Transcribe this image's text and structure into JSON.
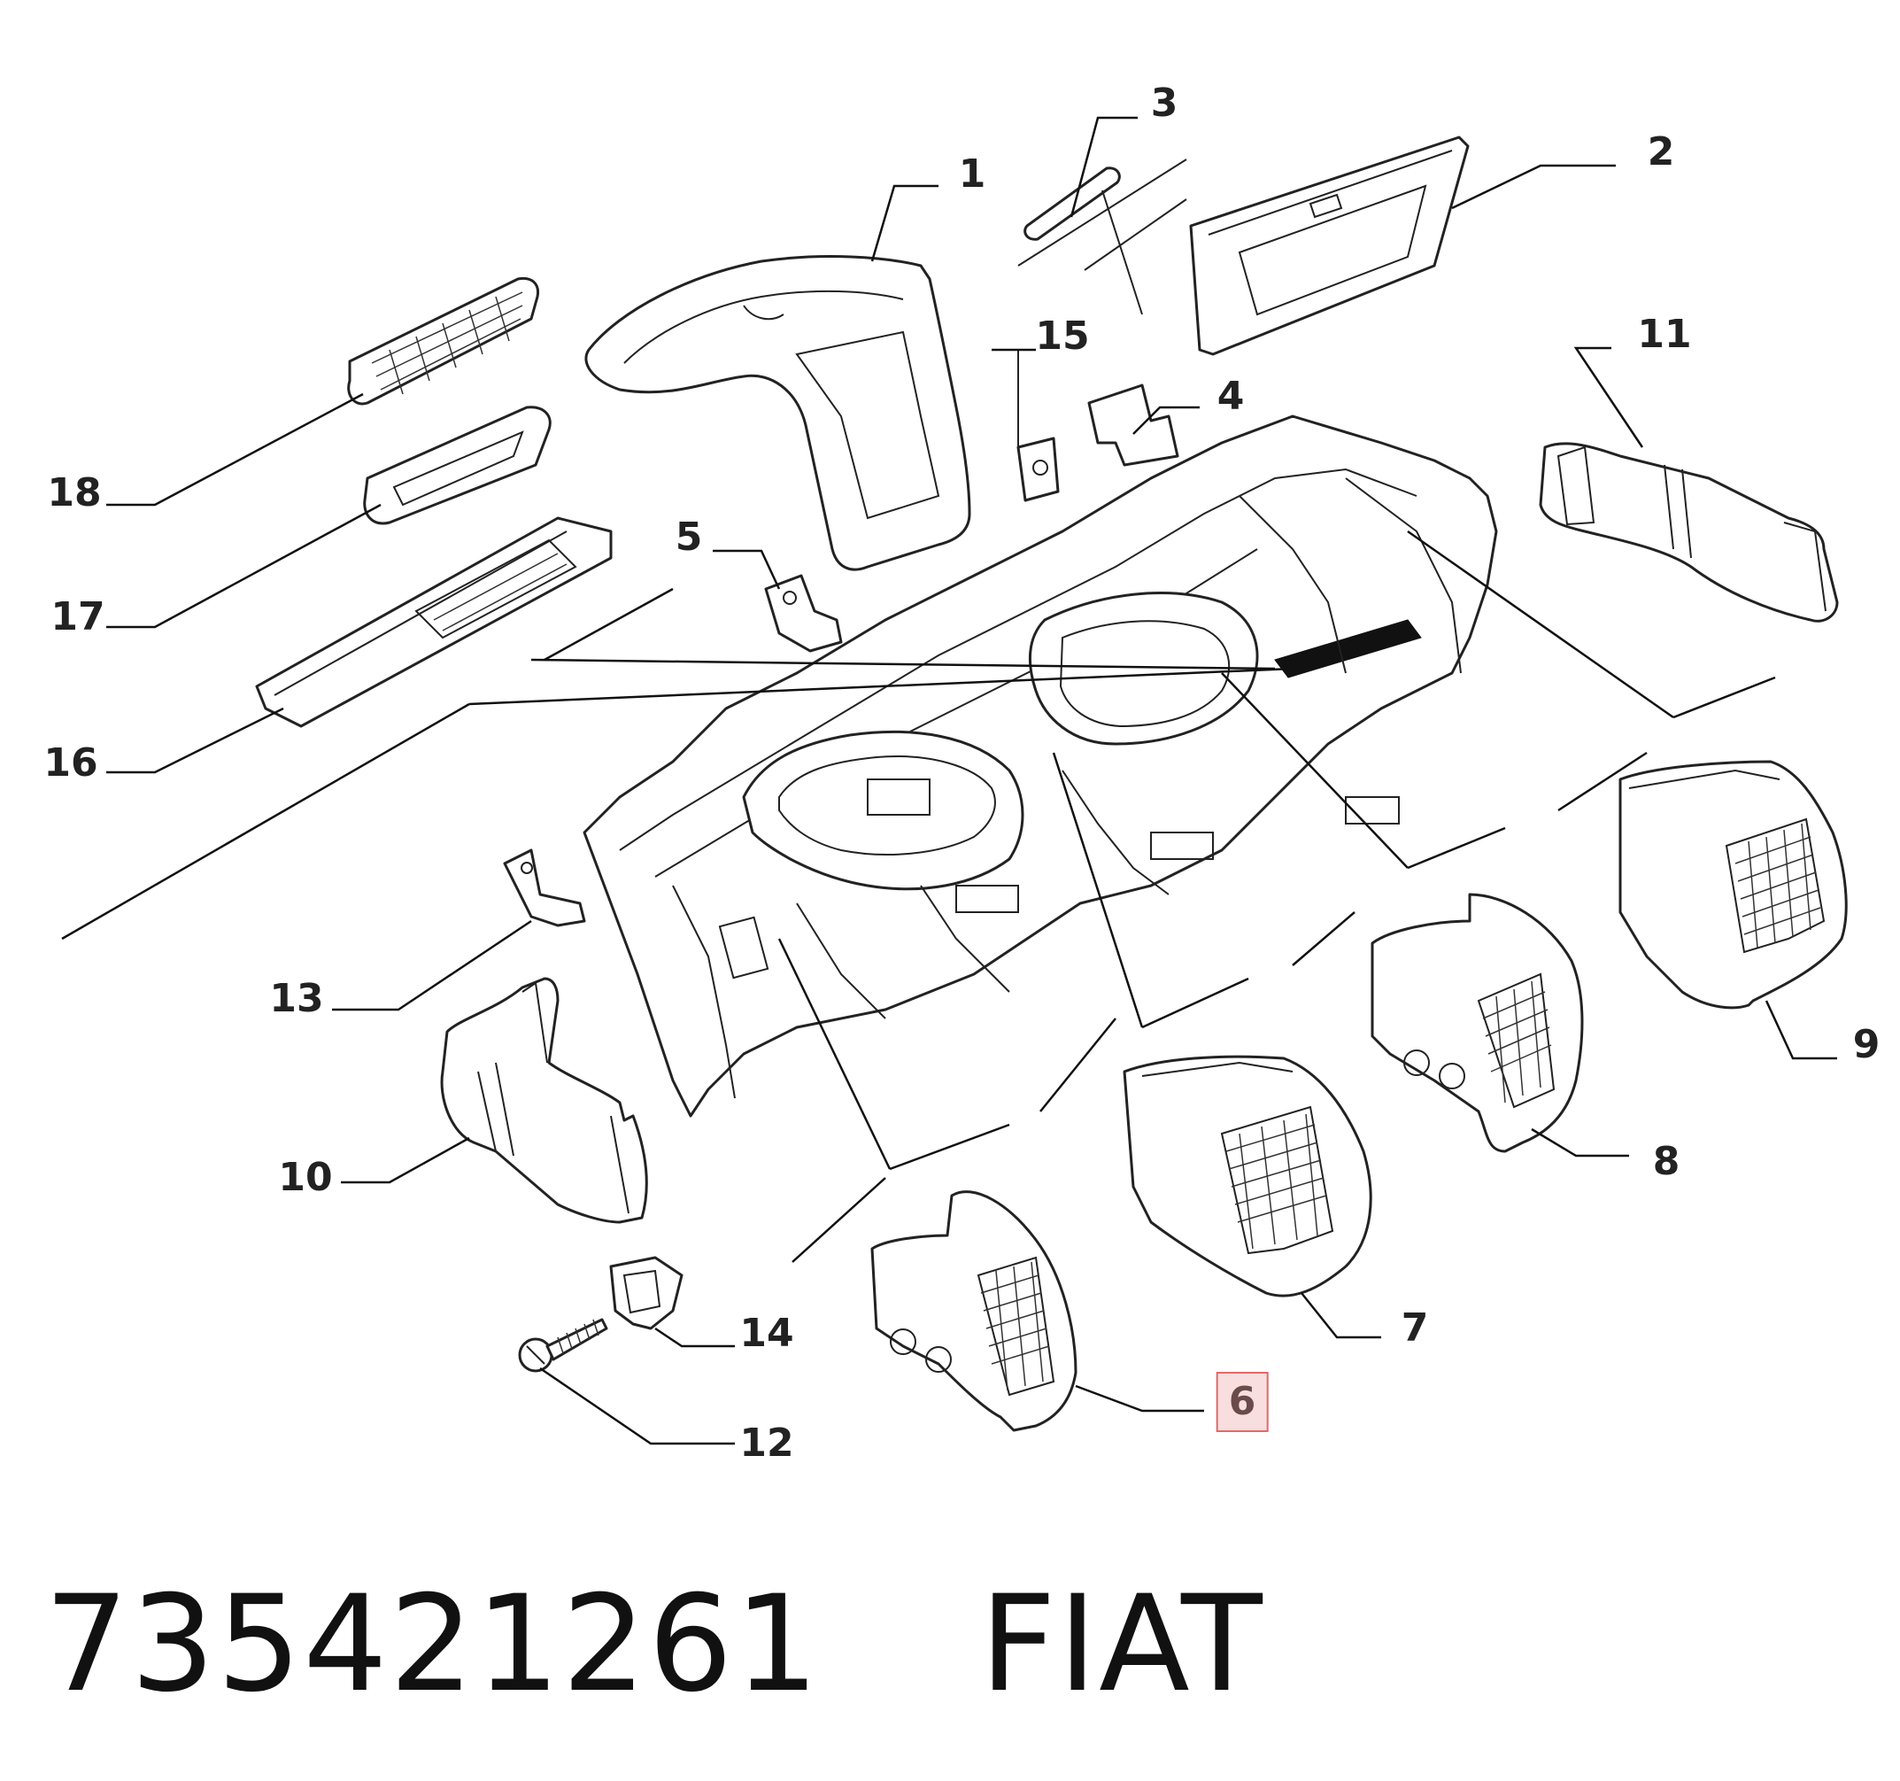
{
  "callouts": [
    {
      "id": "1",
      "label": "1"
    },
    {
      "id": "2",
      "label": "2"
    },
    {
      "id": "3",
      "label": "3"
    },
    {
      "id": "4",
      "label": "4"
    },
    {
      "id": "5",
      "label": "5"
    },
    {
      "id": "6",
      "label": "6",
      "highlighted": true
    },
    {
      "id": "7",
      "label": "7"
    },
    {
      "id": "8",
      "label": "8"
    },
    {
      "id": "9",
      "label": "9"
    },
    {
      "id": "10",
      "label": "10"
    },
    {
      "id": "11",
      "label": "11"
    },
    {
      "id": "12",
      "label": "12"
    },
    {
      "id": "13",
      "label": "13"
    },
    {
      "id": "14",
      "label": "14"
    },
    {
      "id": "15",
      "label": "15"
    },
    {
      "id": "16",
      "label": "16"
    },
    {
      "id": "17",
      "label": "17"
    },
    {
      "id": "18",
      "label": "18"
    }
  ],
  "footer": {
    "part_number": "735421261",
    "brand": "FIAT"
  },
  "colors": {
    "line": "#222222",
    "highlight_border": "#e06a6a",
    "highlight_fill": "#f8dede"
  }
}
